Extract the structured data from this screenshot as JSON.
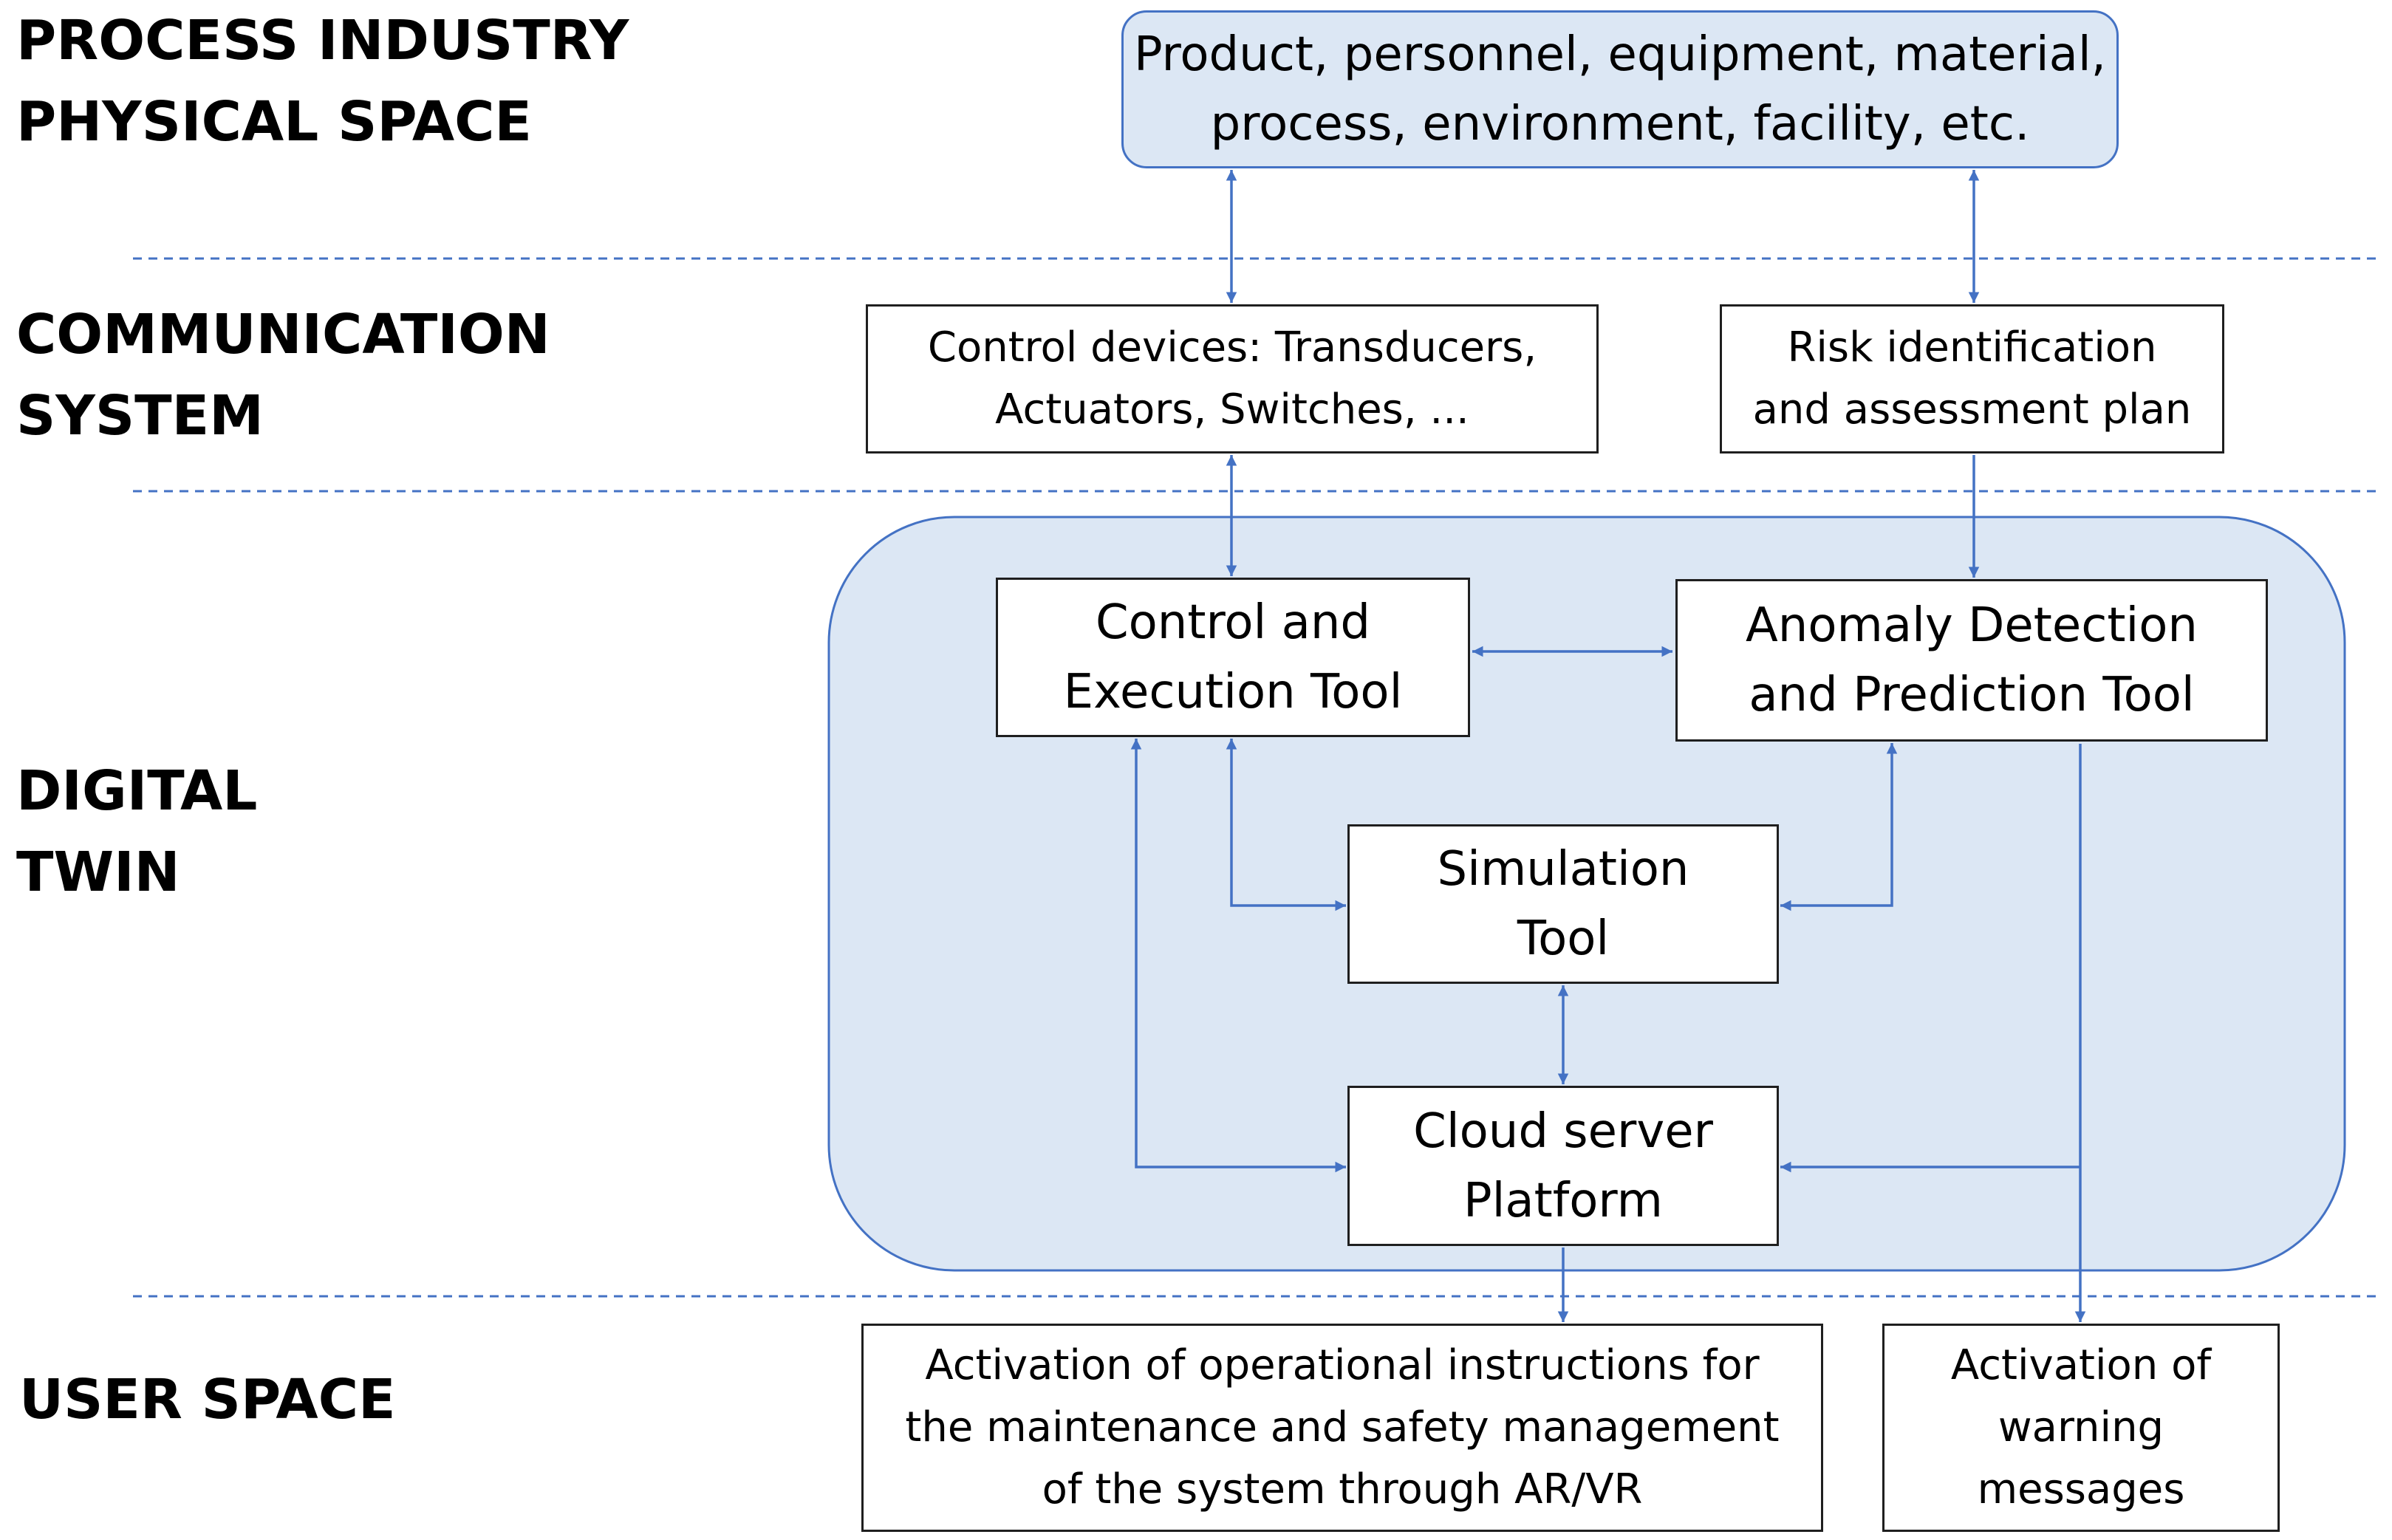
{
  "layers": {
    "physical": "PROCESS INDUSTRY\nPHYSICAL SPACE",
    "communication": "COMMUNICATION\nSYSTEM",
    "digital_twin": "DIGITAL\nTWIN",
    "user_space": "USER SPACE"
  },
  "boxes": {
    "physical_entities": "Product, personnel, equipment, material,\nprocess, environment, facility, etc.",
    "control_devices": "Control devices: Transducers,\nActuators, Switches, ...",
    "risk_plan": "Risk identification\nand assessment plan",
    "control_execution": "Control and\nExecution Tool",
    "anomaly_detection": "Anomaly Detection\nand Prediction Tool",
    "simulation": "Simulation\nTool",
    "cloud_server": "Cloud server\nPlatform",
    "operational_instructions": "Activation of operational instructions for\nthe maintenance and safety management\nof the system through AR/VR",
    "warning_messages": "Activation of\nwarning\nmessages"
  },
  "colors": {
    "connector": "#4472c4",
    "panel_fill": "#dce7f4",
    "panel_border": "#4472c4",
    "box_border": "#1f1f1f",
    "separator": "#4472c4"
  }
}
